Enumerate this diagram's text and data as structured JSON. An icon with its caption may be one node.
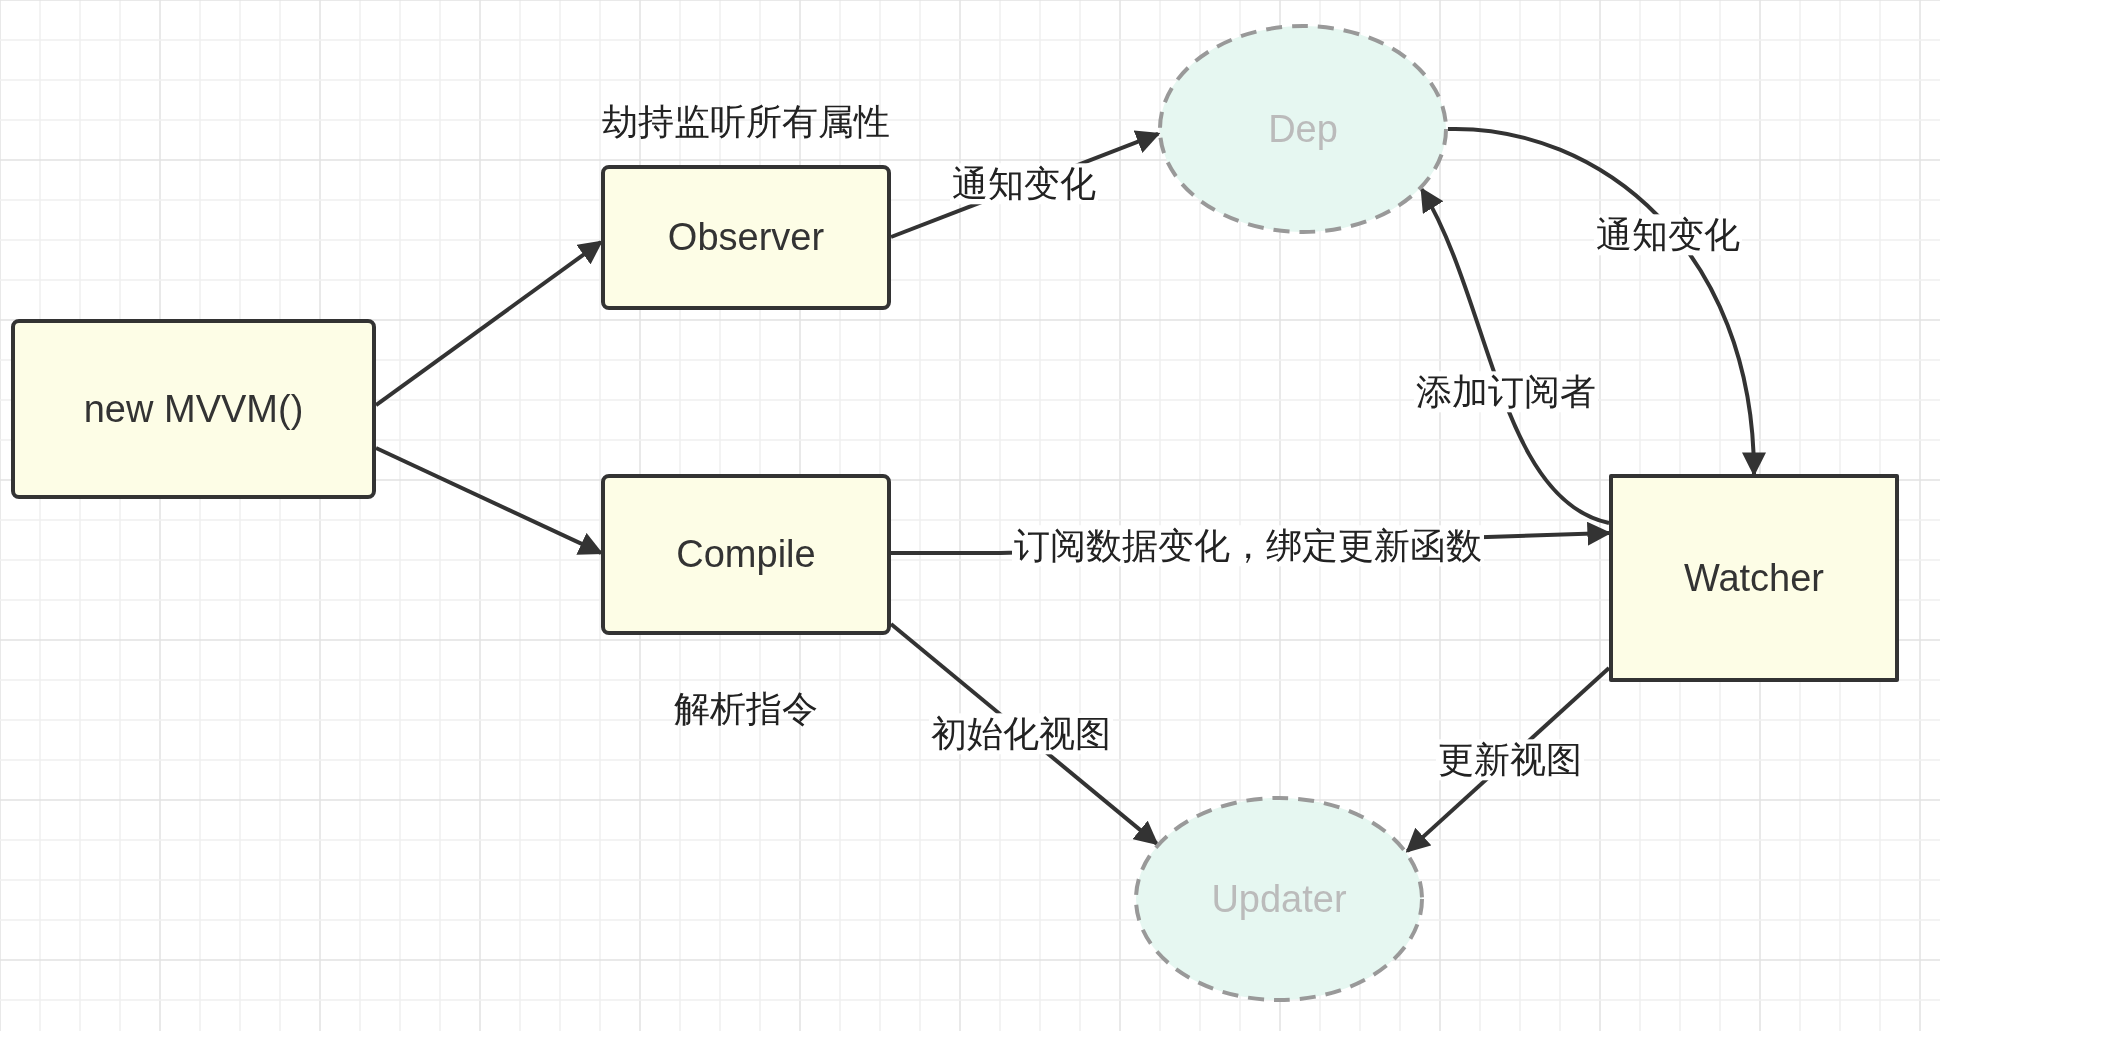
{
  "diagram": {
    "nodes": [
      {
        "text": [
          "new MVVM()"
        ]
      },
      {
        "text": [
          "Observer"
        ],
        "beside": [
          "劫持监听所有属性"
        ]
      },
      {
        "text": [
          "Compile"
        ],
        "beside": [
          "解析指令"
        ]
      },
      {
        "text": [
          "Dep"
        ]
      },
      {
        "text": [
          "Watcher"
        ]
      },
      {
        "text": [
          "Updater"
        ]
      }
    ],
    "edges": [
      {
        "from": 0,
        "to": 1,
        "arrow": "to"
      },
      {
        "from": 0,
        "to": 2,
        "arrow": "to"
      },
      {
        "from": 1,
        "to": 3,
        "arrow": "to",
        "label": "通知变化"
      },
      {
        "from": 3,
        "to": 4,
        "arrow": "to",
        "label": "通知变化"
      },
      {
        "from": 4,
        "to": 3,
        "arrow": "to",
        "label": "添加订阅者"
      },
      {
        "from": 2,
        "to": 4,
        "arrow": "to",
        "label": "订阅数据变化，绑定更新函数"
      },
      {
        "from": 2,
        "to": 5,
        "arrow": "to",
        "label": "初始化视图"
      },
      {
        "from": 4,
        "to": 5,
        "arrow": "to",
        "label": "更新视图"
      }
    ]
  }
}
